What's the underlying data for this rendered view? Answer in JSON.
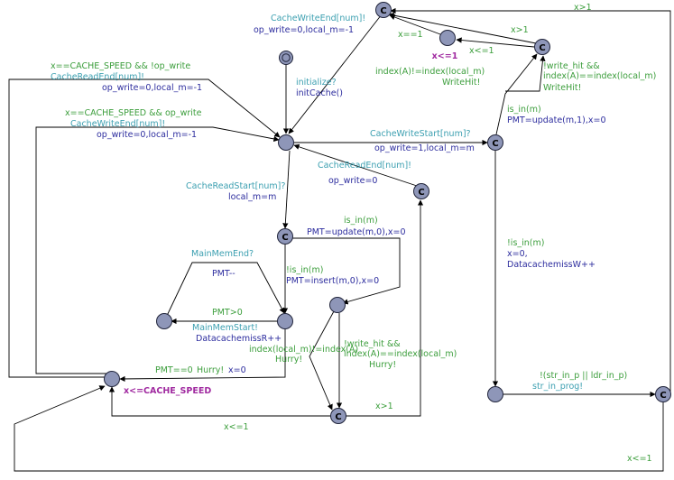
{
  "colors": {
    "guard": "#3c9e3c",
    "sync": "#3b9fb0",
    "update": "#2c2c9e",
    "invariant": "#a02aa0",
    "location": "#8e96b8"
  },
  "locations": {
    "committed_symbol": "C",
    "invariant_top": "x<=1",
    "invariant_bottom": "x<=CACHE_SPEED"
  },
  "labels": {
    "cache_write_end_top": "CacheWriteEnd[num]!",
    "op_write0_top": "op_write=0,local_m=-1",
    "initialize": "initialize?",
    "init_cache": "initCache()",
    "guard_read": "x==CACHE_SPEED && !op_write",
    "cache_read_end_left": "CacheReadEnd[num]!",
    "op_write0_left1": "op_write=0,local_m=-1",
    "guard_write": "x==CACHE_SPEED && op_write",
    "cache_write_end_left": "CacheWriteEnd[num]!",
    "op_write0_left2": "op_write=0,local_m=-1",
    "x_eq_1": "x==1",
    "x_gt_1_top": "x>1",
    "x_le_1_top": "x<=1",
    "x_gt_1_far": "x>1",
    "index_ne": "index(A)!=index(local_m)",
    "write_hit_left": "WriteHit!",
    "not_write_hit_top": "!write_hit &&",
    "index_eq_top": "index(A)==index(local_m)",
    "write_hit_right": "WriteHit!",
    "is_in_right": "is_in(m)",
    "pmt_update1": "PMT=update(m,1),x=0",
    "cache_write_start": "CacheWriteStart[num]?",
    "op_write1": "op_write=1,local_m=m",
    "cache_read_end_mid": "CacheReadEnd[num]!",
    "op_write0_mid": "op_write=0",
    "cache_read_start": "CacheReadStart[num]?",
    "local_m_m": "local_m=m",
    "is_in_mid": "is_in(m)",
    "pmt_update0": "PMT=update(m,0),x=0",
    "not_is_in_right": "!is_in(m)",
    "x_zero": "x=0,",
    "datacache_w": "DatacachemissW++",
    "main_mem_end": "MainMemEnd?",
    "pmt_dec": "PMT--",
    "not_is_in_mid": "!is_in(m)",
    "pmt_insert": "PMT=insert(m,0),x=0",
    "pmt_gt0": "PMT>0",
    "main_mem_start": "MainMemStart!",
    "datacache_r": "DatacachemissR++",
    "index_ne_mid": "index(local_m)!=index(A)",
    "hurry_mid1": "Hurry!",
    "not_write_hit_mid": "!write_hit &&",
    "index_eq_mid": "index(A)==index(local_m)",
    "hurry_mid2": "Hurry!",
    "pmt_eq0": "PMT==0",
    "hurry_bottom": "Hurry!",
    "x_zero_bottom": "x=0",
    "x_gt_1_bottom": "x>1",
    "x_le_1_bottom": "x<=1",
    "not_str_in": "!(str_in_p || ldr_in_p)",
    "str_in_prog": "str_in_prog!",
    "x_le_1_far": "x<=1"
  }
}
